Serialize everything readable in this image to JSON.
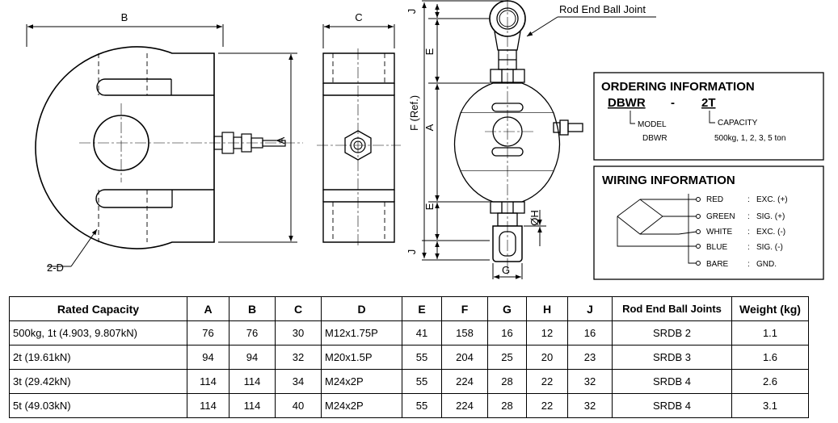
{
  "labels": {
    "B": "B",
    "C": "C",
    "A": "A",
    "D": "2-D",
    "J": "J",
    "E": "E",
    "F": "F (Ref.)",
    "H": "ØH",
    "G": "G",
    "rod_end": "Rod End Ball Joint"
  },
  "ordering": {
    "title": "ORDERING INFORMATION",
    "code_model": "DBWR",
    "dash": "-",
    "code_cap": "2T",
    "model_label": "MODEL",
    "model_value": "DBWR",
    "cap_label": "CAPACITY",
    "cap_value": "500kg, 1, 2, 3, 5 ton"
  },
  "wiring": {
    "title": "WIRING INFORMATION",
    "rows": [
      {
        "color": "RED",
        "sep": ":",
        "signal": "EXC. (+)"
      },
      {
        "color": "GREEN",
        "sep": ":",
        "signal": "SIG. (+)"
      },
      {
        "color": "WHITE",
        "sep": ":",
        "signal": "EXC. (-)"
      },
      {
        "color": "BLUE",
        "sep": ":",
        "signal": "SIG. (-)"
      },
      {
        "color": "BARE",
        "sep": ":",
        "signal": "GND."
      }
    ]
  },
  "table": {
    "headers": [
      "Rated Capacity",
      "A",
      "B",
      "C",
      "D",
      "E",
      "F",
      "G",
      "H",
      "J",
      "Rod End Ball Joints",
      "Weight (kg)"
    ],
    "rows": [
      [
        "500kg, 1t (4.903, 9.807kN)",
        "76",
        "76",
        "30",
        "M12x1.75P",
        "41",
        "158",
        "16",
        "12",
        "16",
        "SRDB 2",
        "1.1"
      ],
      [
        "2t (19.61kN)",
        "94",
        "94",
        "32",
        "M20x1.5P",
        "55",
        "204",
        "25",
        "20",
        "23",
        "SRDB 3",
        "1.6"
      ],
      [
        "3t (29.42kN)",
        "114",
        "114",
        "34",
        "M24x2P",
        "55",
        "224",
        "28",
        "22",
        "32",
        "SRDB 4",
        "2.6"
      ],
      [
        "5t (49.03kN)",
        "114",
        "114",
        "40",
        "M24x2P",
        "55",
        "224",
        "28",
        "22",
        "32",
        "SRDB 4",
        "3.1"
      ]
    ]
  }
}
